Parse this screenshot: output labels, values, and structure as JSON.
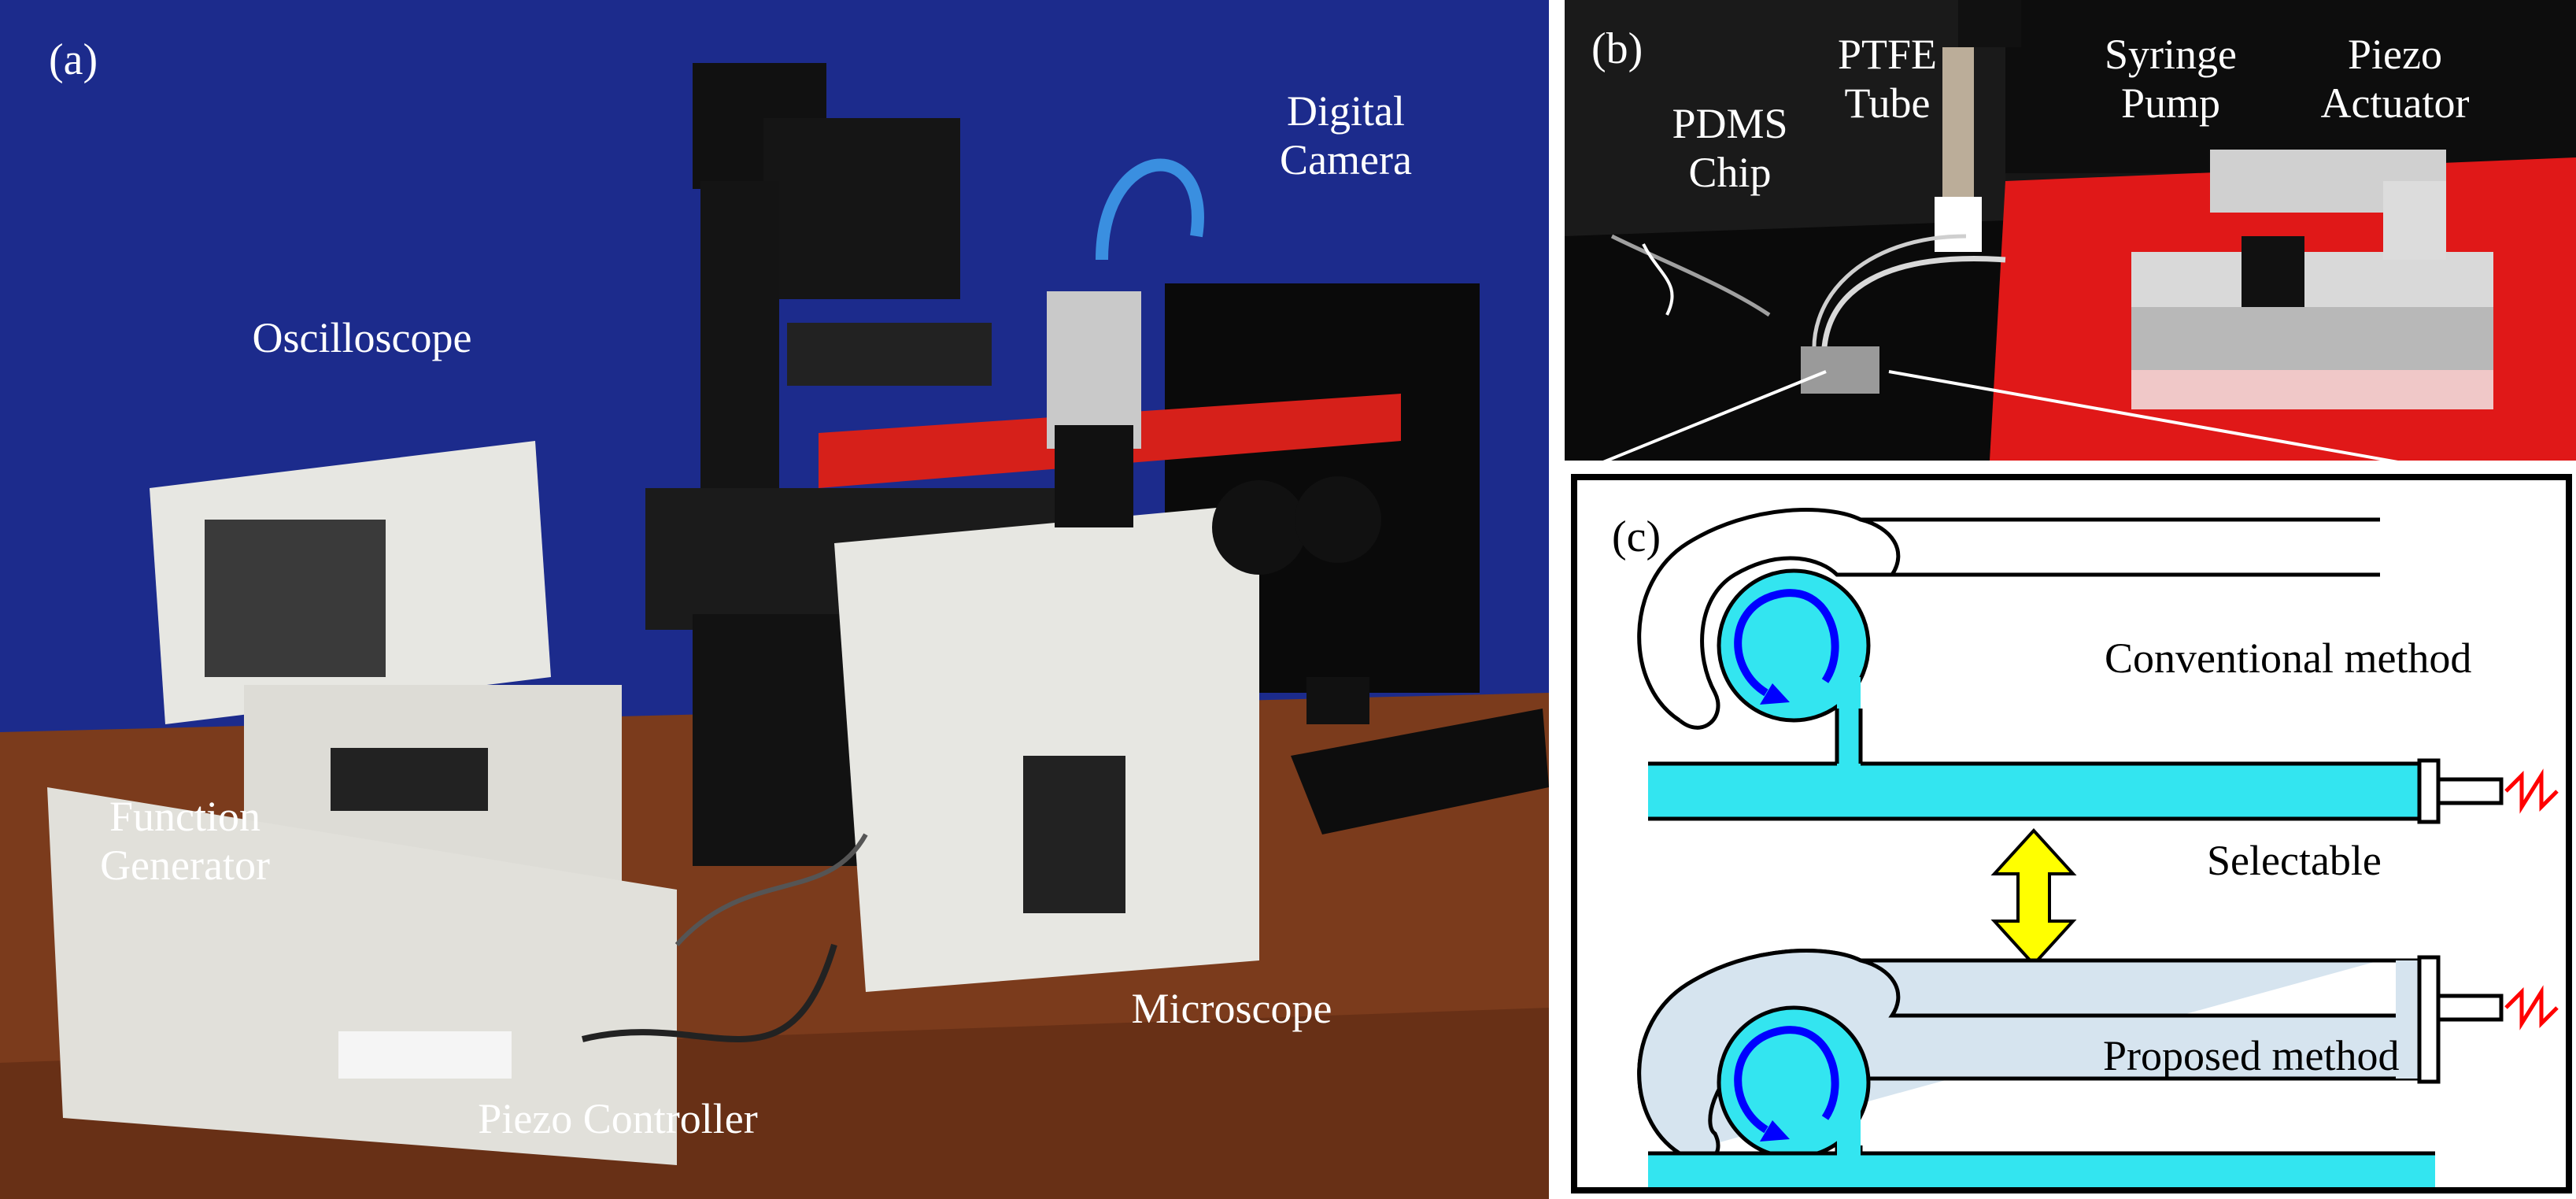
{
  "panel_a": {
    "tag": "(a)",
    "labels": {
      "digital_camera": "Digital\nCamera",
      "oscilloscope": "Oscilloscope",
      "function_generator": "Function\nGenerator",
      "microscope": "Microscope",
      "piezo_controller": "Piezo Controller"
    }
  },
  "panel_b": {
    "tag": "(b)",
    "labels": {
      "pdms_chip": "PDMS\nChip",
      "ptfe_tube": "PTFE\nTube",
      "syringe_pump": "Syringe\nPump",
      "piezo_actuator": "Piezo\nActuator"
    }
  },
  "panel_c": {
    "tag": "(c)",
    "captions": {
      "conventional": "Conventional method",
      "selectable": "Selectable",
      "proposed": "Proposed method"
    },
    "colors": {
      "fluid": "#33e5f0",
      "chamber_fill": "#d6e4ef",
      "arrow": "#ffff00",
      "vortex": "#0000ff",
      "piezo_mark": "#ff0000"
    }
  },
  "colors": {
    "backdrop_blue": "#1e2f96",
    "table_wood": "#7a3a1c",
    "red_plate": "#e01818"
  }
}
